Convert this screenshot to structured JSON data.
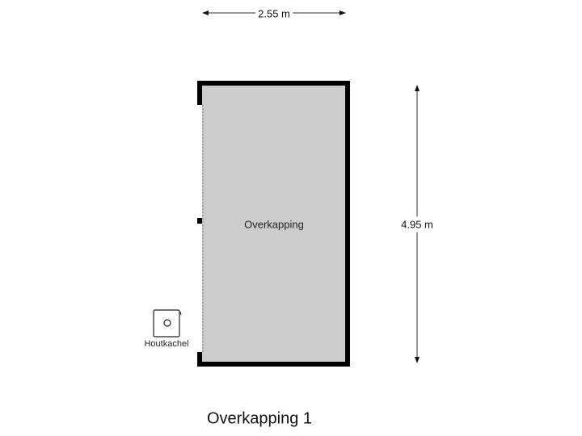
{
  "plan": {
    "title": "Overkapping 1",
    "room": {
      "name": "Overkapping",
      "fill": "#cccccc"
    },
    "dimensions": {
      "width": "2.55 m",
      "height": "4.95 m"
    },
    "fixtures": [
      {
        "name": "Houtkachel",
        "type": "wood-stove"
      }
    ],
    "colors": {
      "wall": "#000000",
      "floor": "#cccccc",
      "dimension_line": "#333333"
    }
  }
}
